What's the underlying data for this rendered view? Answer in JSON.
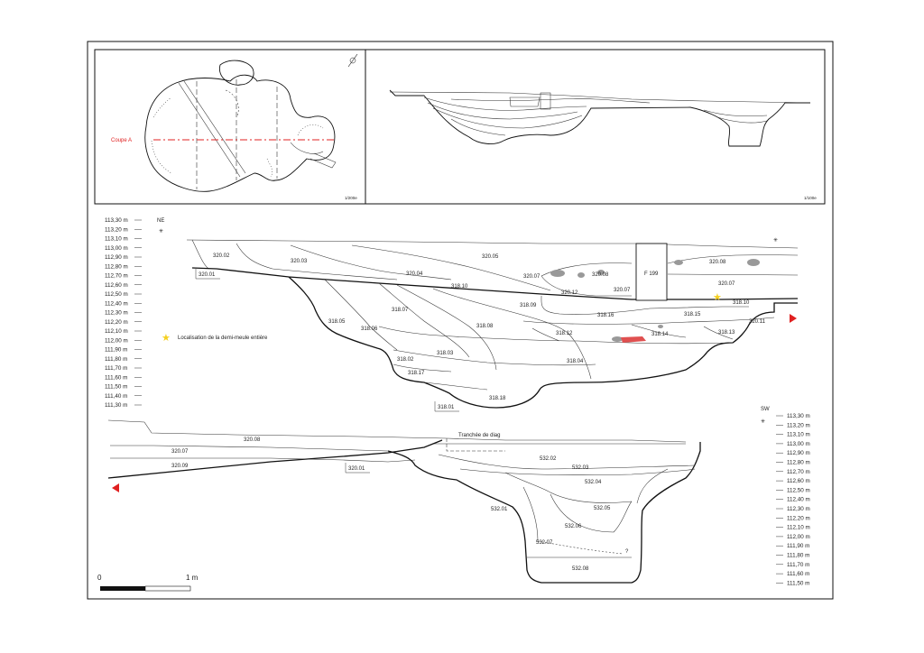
{
  "inset_plan": {
    "section_label": "Coupe A",
    "scale": "1/200e",
    "section_line_color": "#e02020"
  },
  "inset_profile": {
    "scale": "1/100e"
  },
  "upper_section": {
    "orientation": "NE",
    "axis_labels": [
      "113,30 m",
      "113,20 m",
      "113,10 m",
      "113,00 m",
      "112,90 m",
      "112,80 m",
      "112,70 m",
      "112,60 m",
      "112,50 m",
      "112,40 m",
      "112,30 m",
      "112,20 m",
      "112,10 m",
      "112,00 m",
      "111,90 m",
      "111,80 m",
      "111,70 m",
      "111,60 m",
      "111,50 m",
      "111,40 m",
      "111,30 m"
    ],
    "legend_text": "Localisation de la demi-meule entière",
    "feature_label": "F 199",
    "units": [
      "320.02",
      "320.01",
      "320.03",
      "320.04",
      "320.05",
      "320.07",
      "320.08",
      "320.07",
      "320.12",
      "320.07",
      "320.08",
      "318.10",
      "318.10",
      "318.09",
      "318.07",
      "318.05",
      "318.06",
      "318.08",
      "318.16",
      "318.15",
      "320.11",
      "318.12",
      "318.14",
      "318.13",
      "318.02",
      "318.03",
      "318.04",
      "318.17",
      "318.18",
      "318.01"
    ]
  },
  "lower_section": {
    "orientation": "SW",
    "axis_labels": [
      "113,30 m",
      "113,20 m",
      "113,10 m",
      "113,00 m",
      "112,90 m",
      "112,80 m",
      "112,70 m",
      "112,60 m",
      "112,50 m",
      "112,40 m",
      "112,30 m",
      "112,20 m",
      "112,10 m",
      "112,00 m",
      "111,90 m",
      "111,80 m",
      "111,70 m",
      "111,60 m",
      "111,50 m"
    ],
    "trench_label": "Tranchée de diag",
    "units": [
      "320.08",
      "320.07",
      "320.09",
      "320.01",
      "532.02",
      "532.03",
      "532.04",
      "532.05",
      "532.01",
      "532.06",
      "532.07",
      "?",
      "532.08"
    ]
  },
  "scale_bar": {
    "start": "0",
    "end": "1 m"
  },
  "colors": {
    "stone": "#e05050",
    "star": "#f5d020",
    "pebble": "#999999",
    "arrow": "#e02020"
  }
}
